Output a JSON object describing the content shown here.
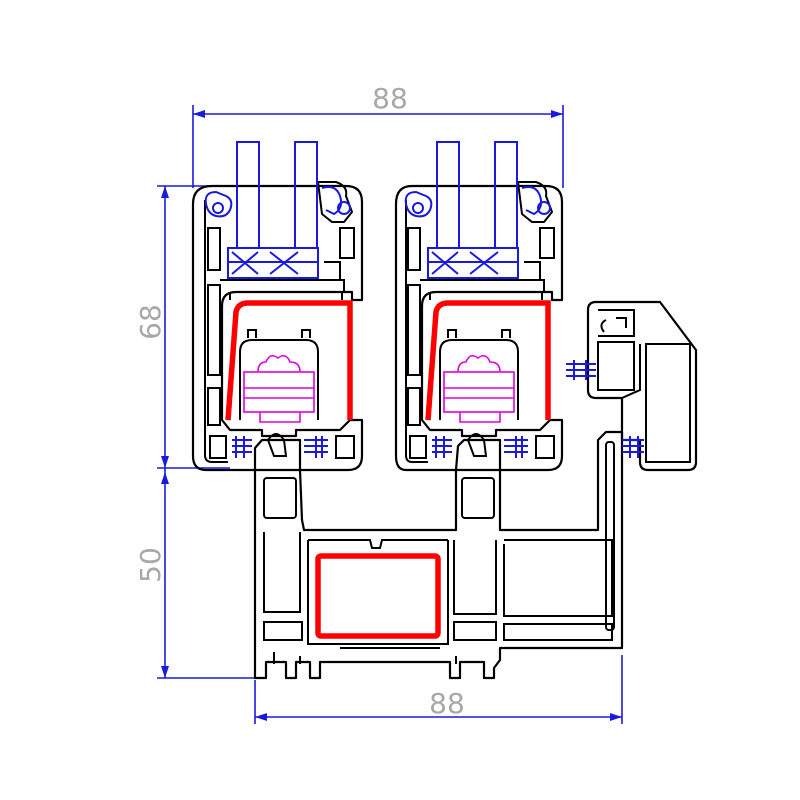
{
  "dimensions": {
    "top_width": "88",
    "bottom_width": "88",
    "left_upper_height": "68",
    "left_lower_height": "50"
  },
  "colors": {
    "profile_outline": "#000000",
    "dimension_lines": "#1a1adf",
    "steel_reinforcement": "#ff0000",
    "hardware": "#e000e0",
    "dimension_text": "#a8a8a8"
  }
}
